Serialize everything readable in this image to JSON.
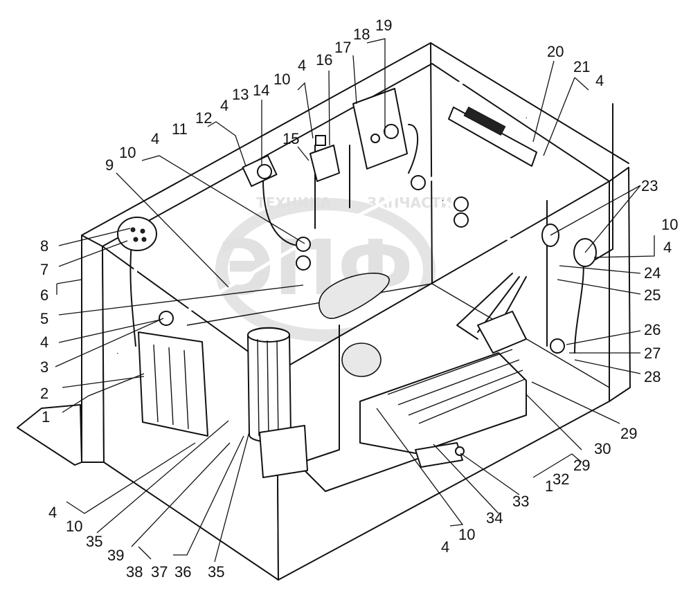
{
  "watermark": {
    "logo_text": "ЭПФ",
    "caption_left": "ТЕХНИКА",
    "caption_right": "ЗАПЧАСТИ"
  },
  "callouts": [
    {
      "id": "c1",
      "text": "1"
    },
    {
      "id": "c2",
      "text": "2"
    },
    {
      "id": "c3",
      "text": "3"
    },
    {
      "id": "c4a",
      "text": "4"
    },
    {
      "id": "c5",
      "text": "5"
    },
    {
      "id": "c6",
      "text": "6"
    },
    {
      "id": "c7",
      "text": "7"
    },
    {
      "id": "c8",
      "text": "8"
    },
    {
      "id": "c9",
      "text": "9"
    },
    {
      "id": "c10a",
      "text": "10"
    },
    {
      "id": "c4b",
      "text": "4"
    },
    {
      "id": "c11",
      "text": "11"
    },
    {
      "id": "c12",
      "text": "12"
    },
    {
      "id": "c4c",
      "text": "4"
    },
    {
      "id": "c13",
      "text": "13"
    },
    {
      "id": "c14",
      "text": "14"
    },
    {
      "id": "c10b",
      "text": "10"
    },
    {
      "id": "c4d",
      "text": "4"
    },
    {
      "id": "c16",
      "text": "16"
    },
    {
      "id": "c17",
      "text": "17"
    },
    {
      "id": "c18",
      "text": "18"
    },
    {
      "id": "c19",
      "text": "19"
    },
    {
      "id": "c15",
      "text": "15"
    },
    {
      "id": "c20",
      "text": "20"
    },
    {
      "id": "c21",
      "text": "21"
    },
    {
      "id": "c4e",
      "text": "4"
    },
    {
      "id": "c23",
      "text": "23"
    },
    {
      "id": "c10c",
      "text": "10"
    },
    {
      "id": "c4f",
      "text": "4"
    },
    {
      "id": "c24",
      "text": "24"
    },
    {
      "id": "c25",
      "text": "25"
    },
    {
      "id": "c26",
      "text": "26"
    },
    {
      "id": "c27",
      "text": "27"
    },
    {
      "id": "c28",
      "text": "28"
    },
    {
      "id": "c29a",
      "text": "29"
    },
    {
      "id": "c30",
      "text": "30"
    },
    {
      "id": "c1b",
      "text": "1"
    },
    {
      "id": "c32",
      "text": "32"
    },
    {
      "id": "c29b",
      "text": "29"
    },
    {
      "id": "c33",
      "text": "33"
    },
    {
      "id": "c34",
      "text": "34"
    },
    {
      "id": "c4g",
      "text": "4"
    },
    {
      "id": "c10d",
      "text": "10"
    },
    {
      "id": "c4h",
      "text": "4"
    },
    {
      "id": "c10e",
      "text": "10"
    },
    {
      "id": "c35a",
      "text": "35"
    },
    {
      "id": "c39",
      "text": "39"
    },
    {
      "id": "c38",
      "text": "38"
    },
    {
      "id": "c37",
      "text": "37"
    },
    {
      "id": "c36",
      "text": "36"
    },
    {
      "id": "c35b",
      "text": "35"
    }
  ]
}
